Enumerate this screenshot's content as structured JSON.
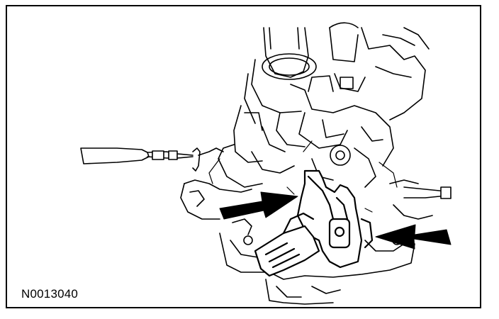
{
  "figure": {
    "reference_code": "N0013040",
    "colors": {
      "line": "#000000",
      "background": "#ffffff"
    },
    "arrows": [
      {
        "name": "left-callout-arrow",
        "direction": "right"
      },
      {
        "name": "right-callout-arrow",
        "direction": "left"
      }
    ]
  }
}
